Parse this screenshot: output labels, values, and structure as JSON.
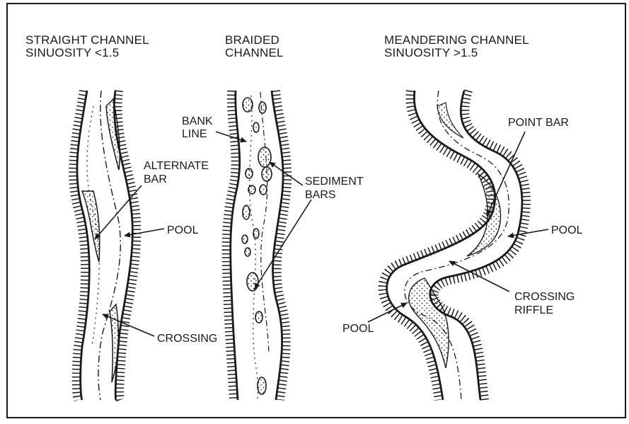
{
  "panels": {
    "straight": {
      "title_line1": "STRAIGHT CHANNEL",
      "title_line2": "SINUOSITY <1.5",
      "labels": {
        "alternate_bar_1": "ALTERNATE",
        "alternate_bar_2": "BAR",
        "pool": "POOL",
        "crossing": "CROSSING"
      }
    },
    "braided": {
      "title_line1": "BRAIDED",
      "title_line2": "CHANNEL",
      "labels": {
        "bank_line_1": "BANK",
        "bank_line_2": "LINE",
        "sediment_bars_1": "SEDIMENT",
        "sediment_bars_2": "BARS"
      }
    },
    "meandering": {
      "title_line1": "MEANDERING CHANNEL",
      "title_line2": "SINUOSITY >1.5",
      "labels": {
        "point_bar": "POINT BAR",
        "pool_right": "POOL",
        "crossing_riffle_1": "CROSSING",
        "crossing_riffle_2": "RIFFLE",
        "pool_left": "POOL"
      }
    }
  },
  "colors": {
    "ink": "#1a1a1a",
    "paper": "#ffffff"
  }
}
